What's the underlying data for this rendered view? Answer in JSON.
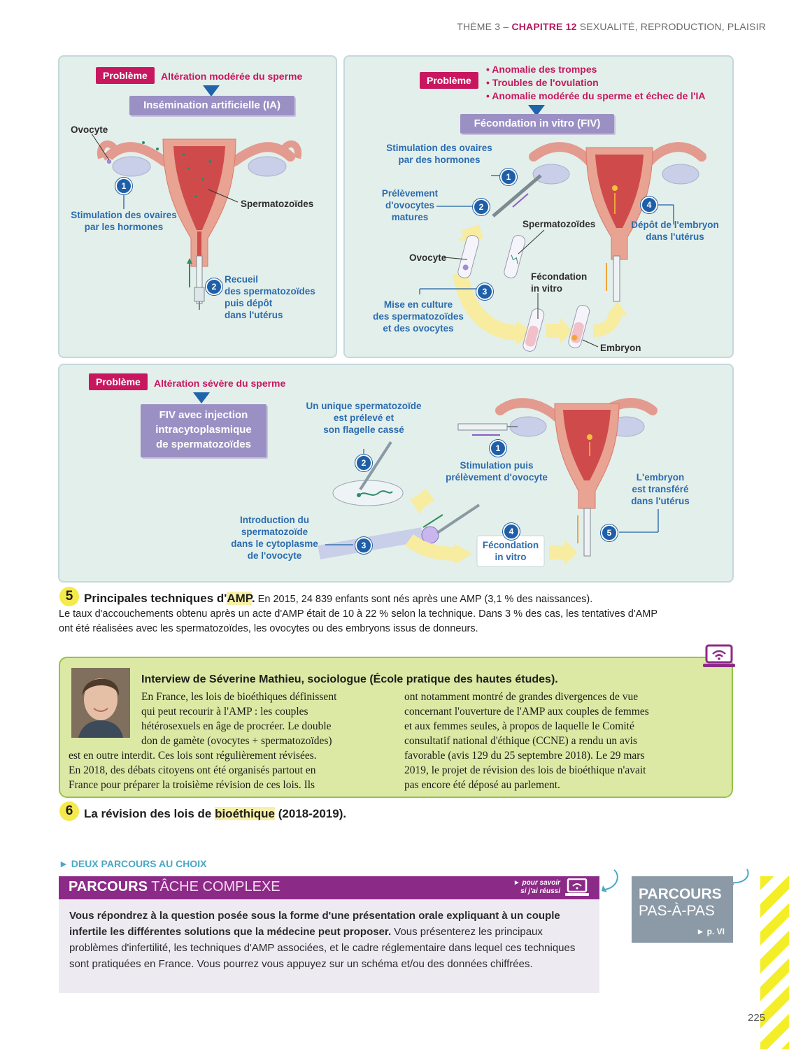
{
  "header": {
    "prefix": "THÈME 3 –",
    "chapter": "CHAPITRE 12",
    "title": "SEXUALITÉ, REPRODUCTION, PLAISIR"
  },
  "panel1": {
    "problem_tag": "Problème",
    "problem": "Altération modérée du sperme",
    "technique": "Insémination artificielle (IA)",
    "ovocyte": "Ovocyte",
    "spermatozoides": "Spermatozoïdes",
    "step1": "1",
    "step1_label": [
      "Stimulation des ovaires",
      "par les hormones"
    ],
    "step2": "2",
    "step2_label": [
      "Recueil",
      "des spermatozoïdes",
      "puis dépôt",
      "dans l'utérus"
    ]
  },
  "panel2": {
    "problem_tag": "Problème",
    "problems": [
      "• Anomalie des trompes",
      "• Troubles de l'ovulation",
      "• Anomalie modérée du sperme et échec de l'IA"
    ],
    "technique": "Fécondation in vitro (FIV)",
    "step1_label": [
      "Stimulation des ovaires",
      "par des hormones"
    ],
    "step2_label": [
      "Prélèvement",
      "d'ovocytes",
      "matures"
    ],
    "step3_label": [
      "Mise en culture",
      "des spermatozoïdes",
      "et des ovocytes"
    ],
    "step4_label": [
      "Dépôt de l'embryon",
      "dans l'utérus"
    ],
    "spermatozoides": "Spermatozoïdes",
    "ovocyte": "Ovocyte",
    "fecondation": [
      "Fécondation",
      "in vitro"
    ],
    "embryon": "Embryon",
    "n1": "1",
    "n2": "2",
    "n3": "3",
    "n4": "4"
  },
  "panel3": {
    "problem_tag": "Problème",
    "problem": "Altération sévère du sperme",
    "technique": [
      "FIV avec injection",
      "intracytoplasmique",
      "de spermatozoïdes"
    ],
    "unique": [
      "Un unique spermatozoïde",
      "est prélevé et",
      "son flagelle cassé"
    ],
    "stim": [
      "Stimulation puis",
      "prélèvement d'ovocyte"
    ],
    "intro": [
      "Introduction du",
      "spermatozoïde",
      "dans le cytoplasme",
      "de l'ovocyte"
    ],
    "fecond": [
      "Fécondation",
      "in vitro"
    ],
    "embryon": [
      "L'embryon",
      "est transféré",
      "dans l'utérus"
    ],
    "n1": "1",
    "n2": "2",
    "n3": "3",
    "n4": "4",
    "n5": "5"
  },
  "doc5": {
    "number": "5",
    "title_a": "Principales techniques d'",
    "title_b": "AMP",
    "title_c": ".",
    "line1": " En 2015, 24 839 enfants sont nés après une AMP (3,1 % des naissances).",
    "line2": "Le taux d'accouchements obtenu après un acte d'AMP était de 10 à 22 % selon la technique. Dans 3 % des cas, les tentatives d'AMP",
    "line3": "ont été réalisées avec les spermatozoïdes, les ovocytes ou des embryons issus de donneurs."
  },
  "interview": {
    "title": "Interview de Séverine Mathieu, sociologue (École pratique des hautes études).",
    "left_lines": [
      "En France, les lois de bioéthiques définissent",
      "qui peut recourir à l'AMP : les couples",
      "hétérosexuels en âge de procréer. Le double",
      "don de gamète (ovocytes + spermatozoïdes)"
    ],
    "left_full_lines": [
      "est en outre interdit. Ces lois sont régulièrement révisées.",
      "En 2018, des débats citoyens ont été organisés partout en",
      "France pour préparer la troisième révision de ces lois. Ils"
    ],
    "right_lines": [
      "ont notamment montré de grandes divergences de vue",
      "concernant l'ouverture de l'AMP aux couples de femmes",
      "et aux femmes seules, à propos de laquelle le Comité",
      "consultatif national d'éthique (CCNE) a rendu un avis",
      "favorable (avis 129 du 25 septembre 2018). Le 29 mars",
      "2019, le projet de révision des lois de bioéthique n'avait",
      "pas encore été déposé au parlement."
    ]
  },
  "doc6": {
    "number": "6",
    "title_a": "La révision des lois de ",
    "title_b": "bioéthique",
    "title_c": " (2018-2019)."
  },
  "parcours": {
    "choice": "► DEUX PARCOURS AU CHOIX",
    "title_a": "PARCOURS",
    "title_b": " TÂCHE COMPLEXE",
    "side": [
      "► pour savoir",
      "si j'ai réussi"
    ],
    "bold_text": "Vous répondrez à la question posée sous la forme d'une présentation orale expliquant à un couple infertile les différentes solutions que la médecine peut proposer.",
    "text": " Vous présenterez les principaux problèmes d'infertilité, les techniques d'AMP associées, et le cadre réglementaire dans lequel ces techniques sont pratiquées en France. Vous pourrez vous appuyez sur un schéma et/ou des données chiffrées.",
    "pap_a": "PARCOURS",
    "pap_b": "PAS-À-PAS",
    "pap_link": "► p. VI"
  },
  "page_number": "225",
  "colors": {
    "accent": "#c8175f",
    "technique": "#9b90c4",
    "step": "#1f5fa8",
    "panel": "#e3efea",
    "interview": "#dbe9a5",
    "parcours": "#8c2b87"
  }
}
